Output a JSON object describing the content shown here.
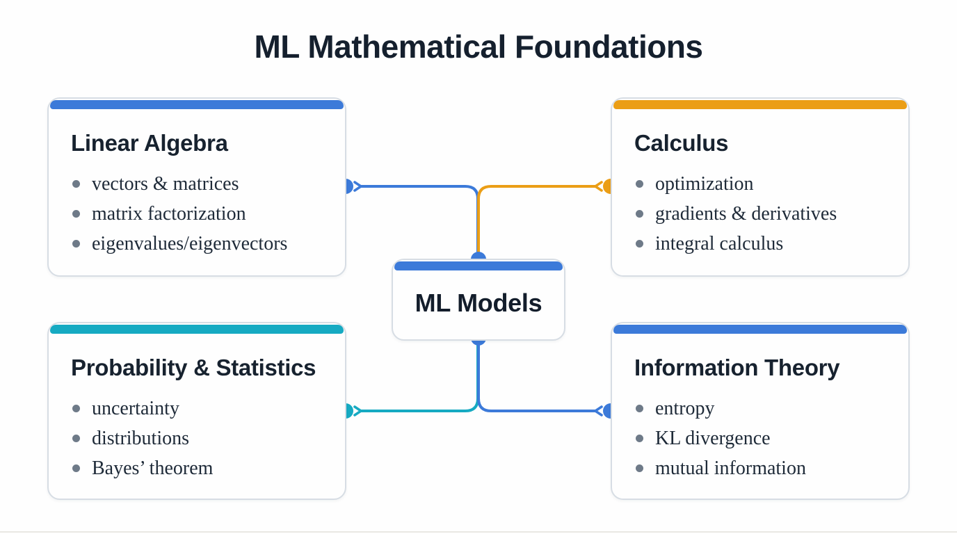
{
  "title": "ML Mathematical Foundations",
  "colors": {
    "blue": "#3c7ad9",
    "orange": "#eb9e16",
    "teal": "#16aac2",
    "navy": "#15202e",
    "card_border": "#d7dde4",
    "bullet_marker": "#6e7a88"
  },
  "center": {
    "label": "ML Models",
    "accent": "#3c7ad9"
  },
  "nodes": [
    {
      "id": "linear-algebra",
      "title": "Linear Algebra",
      "accent": "#3c7ad9",
      "items": [
        "vectors & matrices",
        "matrix factorization",
        "eigenvalues/eigenvectors"
      ]
    },
    {
      "id": "calculus",
      "title": "Calculus",
      "accent": "#eb9e16",
      "items": [
        "optimization",
        "gradients & derivatives",
        "integral calculus"
      ]
    },
    {
      "id": "probability-statistics",
      "title": "Probability & Statistics",
      "accent": "#16aac2",
      "items": [
        "uncertainty",
        "distributions",
        "Bayes’ theorem"
      ]
    },
    {
      "id": "information-theory",
      "title": "Information Theory",
      "accent": "#3c7ad9",
      "items": [
        "entropy",
        "KL divergence",
        "mutual information"
      ]
    }
  ],
  "connections": [
    {
      "from": "ml-models",
      "to": "linear-algebra",
      "color": "#3c7ad9"
    },
    {
      "from": "ml-models",
      "to": "calculus",
      "color": "#eb9e16"
    },
    {
      "from": "ml-models",
      "to": "probability-statistics",
      "color": "#16aac2"
    },
    {
      "from": "ml-models",
      "to": "information-theory",
      "color": "#3c7ad9"
    }
  ]
}
